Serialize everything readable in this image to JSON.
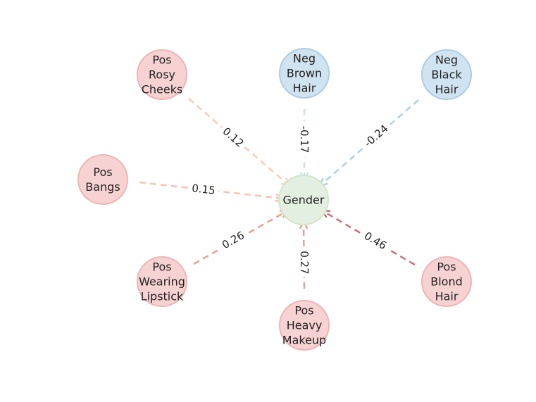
{
  "diagram": {
    "target": {
      "label": "Gender",
      "fill": "#e3efe0",
      "stroke": "#d2e6cc"
    },
    "sources": [
      {
        "id": "rosy-cheeks",
        "lines": [
          "Pos",
          "Rosy",
          "Cheeks"
        ],
        "polarity": "pos",
        "weight": "0.12",
        "edge_color": "#f8cdb8"
      },
      {
        "id": "brown-hair",
        "lines": [
          "Neg",
          "Brown",
          "Hair"
        ],
        "polarity": "neg",
        "weight": "-0.17",
        "edge_color": "#cde0ee"
      },
      {
        "id": "black-hair",
        "lines": [
          "Neg",
          "Black",
          "Hair"
        ],
        "polarity": "neg",
        "weight": "-0.24",
        "edge_color": "#aed0e4"
      },
      {
        "id": "bangs",
        "lines": [
          "Pos",
          "Bangs"
        ],
        "polarity": "pos",
        "weight": "0.15",
        "edge_color": "#f7c3b1"
      },
      {
        "id": "wearing-lipstick",
        "lines": [
          "Pos",
          "Wearing",
          "Lipstick"
        ],
        "polarity": "pos",
        "weight": "0.26",
        "edge_color": "#ee9e8e"
      },
      {
        "id": "heavy-makeup",
        "lines": [
          "Pos",
          "Heavy",
          "Makeup"
        ],
        "polarity": "pos",
        "weight": "0.27",
        "edge_color": "#ef9d8c"
      },
      {
        "id": "blond-hair",
        "lines": [
          "Pos",
          "Blond",
          "Hair"
        ],
        "polarity": "pos",
        "weight": "0.46",
        "edge_color": "#c4727a"
      }
    ],
    "colors": {
      "pos_fill": "#f7d2d3",
      "pos_stroke": "#efb4b6",
      "neg_fill": "#d0e3f0",
      "neg_stroke": "#aecde4"
    }
  }
}
